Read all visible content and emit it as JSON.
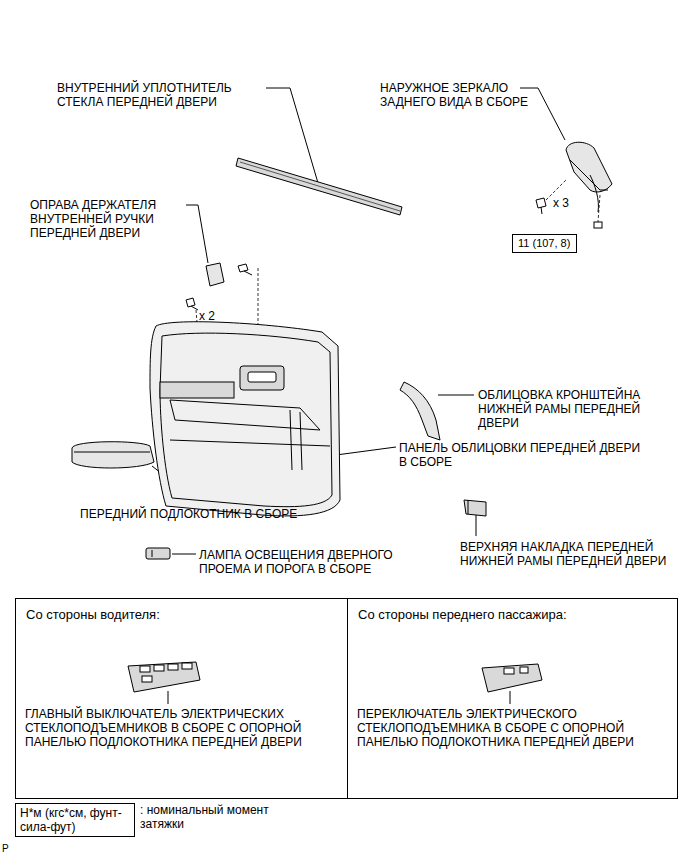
{
  "diagram": {
    "nodes": [
      {
        "text": [
          "11 (107, 8)"
        ]
      },
      {
        "text": [
          "Со стороны водителя:",
          "ГЛАВНЫЙ ВЫКЛЮЧАТЕЛЬ ЭЛЕКТРИЧЕСКИХ СТЕКЛОПОДЪЕМНИКОВ В СБОРЕ С ОПОРНОЙ ПАНЕЛЬЮ ПОДЛОКОТНИКА ПЕРЕДНЕЙ ДВЕРИ"
        ]
      },
      {
        "text": [
          "Со стороны переднего пассажира:",
          "ПЕРЕКЛЮЧАТЕЛЬ ЭЛЕКТРИЧЕСКОГО СТЕКЛОПОДЪЕМНИКА В СБОРЕ С ОПОРНОЙ ПАНЕЛЬЮ ПОДЛОКОТНИКА ПЕРЕДНЕЙ ДВЕРИ"
        ]
      },
      {
        "text": [
          "Н*м (кгс*см, фунт-сила-фут)"
        ]
      }
    ],
    "labels": [
      "ВНУТРЕННИЙ УПЛОТНИТЕЛЬ СТЕКЛА ПЕРЕДНЕЙ ДВЕРИ",
      "НАРУЖНОЕ ЗЕРКАЛО ЗАДНЕГО ВИДА В СБОРЕ",
      "ОПРАВА ДЕРЖАТЕЛЯ ВНУТРЕННЕЙ РУЧКИ ПЕРЕДНЕЙ ДВЕРИ",
      "x 3",
      "x 2",
      "ОБЛИЦОВКА КРОНШТЕЙНА НИЖНЕЙ РАМЫ ПЕРЕДНЕЙ ДВЕРИ",
      "ПАНЕЛЬ ОБЛИЦОВКИ ПЕРЕДНЕЙ ДВЕРИ В СБОРЕ",
      "ПЕРЕДНИЙ ПОДЛОКОТНИК В СБОРЕ",
      "ЛАМПА ОСВЕЩЕНИЯ ДВЕРНОГО ПРОЕМА И ПОРОГА В СБОРЕ",
      "ВЕРХНЯЯ НАКЛАДКА ПЕРЕДНЕЙ НИЖНЕЙ РАМЫ ПЕРЕДНЕЙ ДВЕРИ",
      ": номинальный момент затяжки",
      "P"
    ]
  }
}
